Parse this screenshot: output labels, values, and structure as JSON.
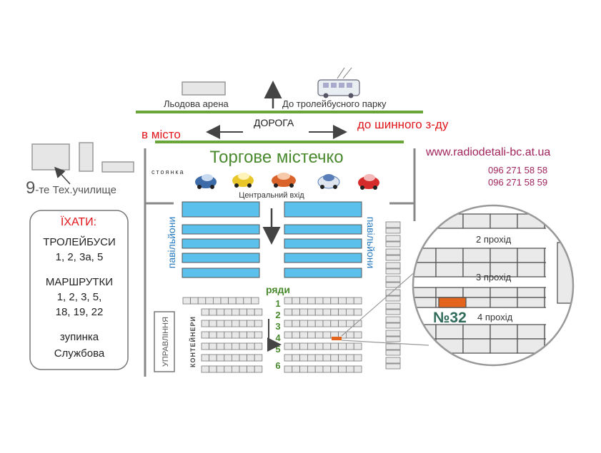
{
  "top": {
    "ice_arena": "Льодова арена",
    "trolley_park": "До тролейбусного парку",
    "road": "ДОРОГА",
    "to_city": "в  місто",
    "to_tire_plant": "до шинного з-ду"
  },
  "market": {
    "title": "Торгове містечко",
    "parking": "стоянка",
    "central_entrance": "Центральний вхід",
    "pavilions_left": "павільйони",
    "pavilions_right": "павільйони",
    "rows_label": "ряди",
    "row_numbers": [
      "1",
      "2",
      "3",
      "4",
      "5",
      "6"
    ],
    "containers": "КОНТЕЙНЕРИ",
    "management": "УПРАВЛІННЯ"
  },
  "contact": {
    "website": "www.radiodetali-bc.at.ua",
    "phone1": "096 271 58 58",
    "phone2": "096 271 58 59"
  },
  "landmark": {
    "school_number": "9",
    "school_text": "-те Тех.училище"
  },
  "transport": {
    "header": "ЇХАТИ:",
    "trolley_label": "ТРОЛЕЙБУСИ",
    "trolley_numbers": "1, 2, 3а, 5",
    "minibus_label": "МАРШРУТКИ",
    "minibus_numbers_1": "1, 2, 3, 5,",
    "minibus_numbers_2": "18, 19, 22",
    "stop_label": "зупинка",
    "stop_name": "Службова"
  },
  "zoom": {
    "pass_2": "2 прохід",
    "pass_3": "3 прохід",
    "pass_4": "4 прохід",
    "stall_number": "№32"
  },
  "colors": {
    "road_green": "#6aa53a",
    "red_text": "#e0161c",
    "title_green": "#4a8a2e",
    "pavilion_blue": "#3a8fd0",
    "website_purple": "#a0245c",
    "stall_orange": "#e3641c",
    "stall_cyan": "#5bc0eb"
  }
}
